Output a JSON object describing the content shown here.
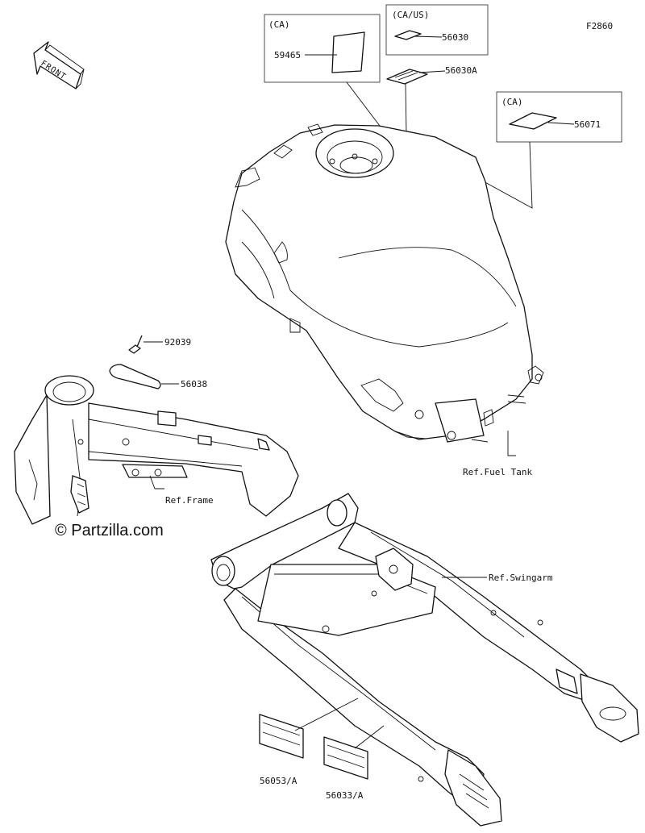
{
  "figure_code": "F2860",
  "front_arrow": {
    "label": "FRONT"
  },
  "watermark": "© Partzilla.com",
  "callout_boxes": [
    {
      "tag": "(CA)",
      "part": "59465"
    },
    {
      "tag": "(CA/US)",
      "part": "56030"
    },
    {
      "tag": "(CA)",
      "part": "56071"
    }
  ],
  "parts": [
    {
      "number": "56030A"
    },
    {
      "number": "92039"
    },
    {
      "number": "56038"
    },
    {
      "number": "56053/A"
    },
    {
      "number": "56033/A"
    }
  ],
  "references": [
    {
      "text": "Ref.Fuel Tank"
    },
    {
      "text": "Ref.Frame"
    },
    {
      "text": "Ref.Swingarm"
    }
  ]
}
